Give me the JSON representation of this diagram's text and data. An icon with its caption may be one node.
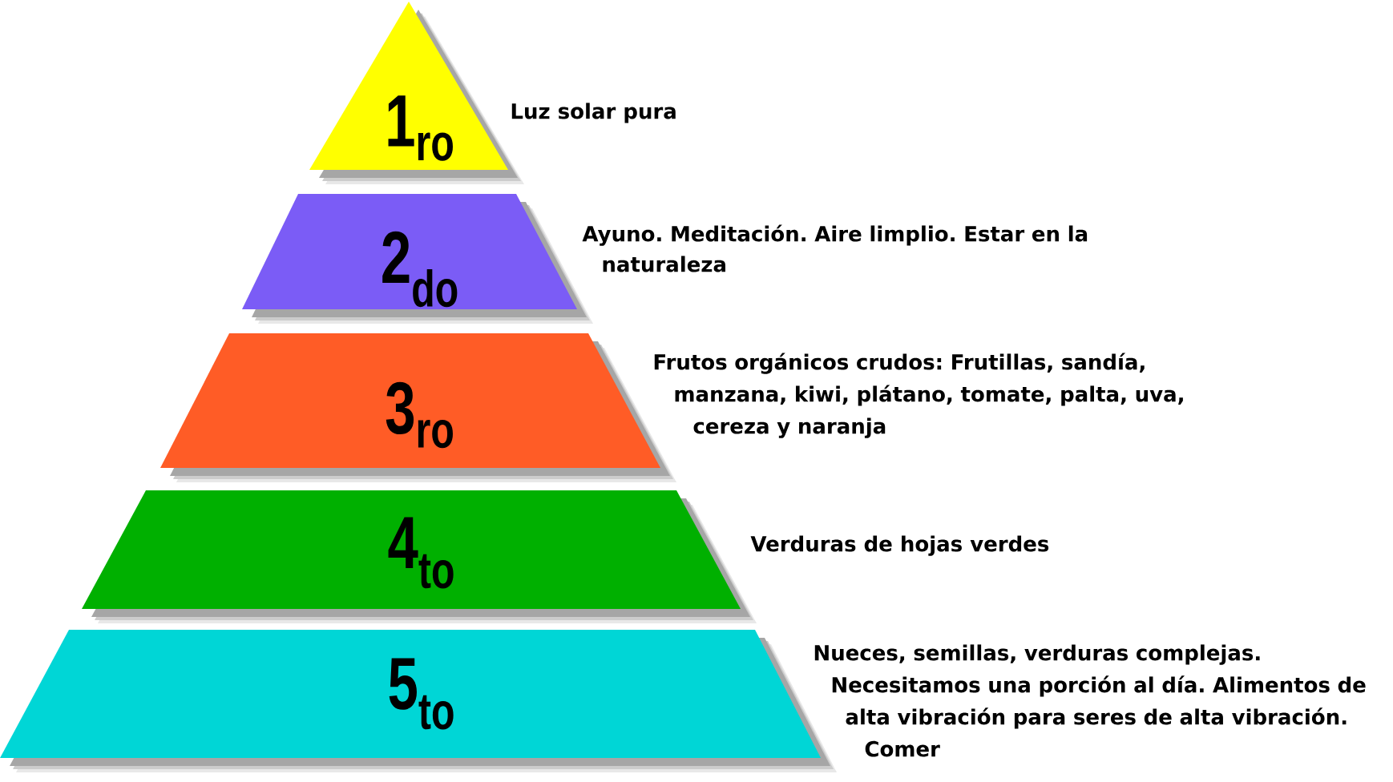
{
  "diagram": {
    "nodes": [
      {
        "text": [
          "1$_{ro}$"
        ],
        "beside": [
          "Luz solar pura"
        ]
      },
      {
        "text": [
          "2$_{do}$"
        ],
        "beside": [
          "Ayuno. Meditación. Aire limplio. Estar en la naturaleza"
        ]
      },
      {
        "text": [
          "3$_{ro}$"
        ],
        "beside": [
          "Frutos orgánicos crudos: Frutillas, sandía, manzana, kiwi, plátano, tomate, palta, uva, cereza y naranja"
        ]
      },
      {
        "text": [
          "4$_{to}$"
        ],
        "beside": [
          "Verduras de hojas verdes"
        ]
      },
      {
        "text": [
          "5$_{to}$"
        ],
        "beside": [
          "Nueces, semillas, verduras complejas. Necesitamos una porción al día. Alimentos de alta vibración para seres de alta vibración. Comer"
        ]
      }
    ]
  }
}
